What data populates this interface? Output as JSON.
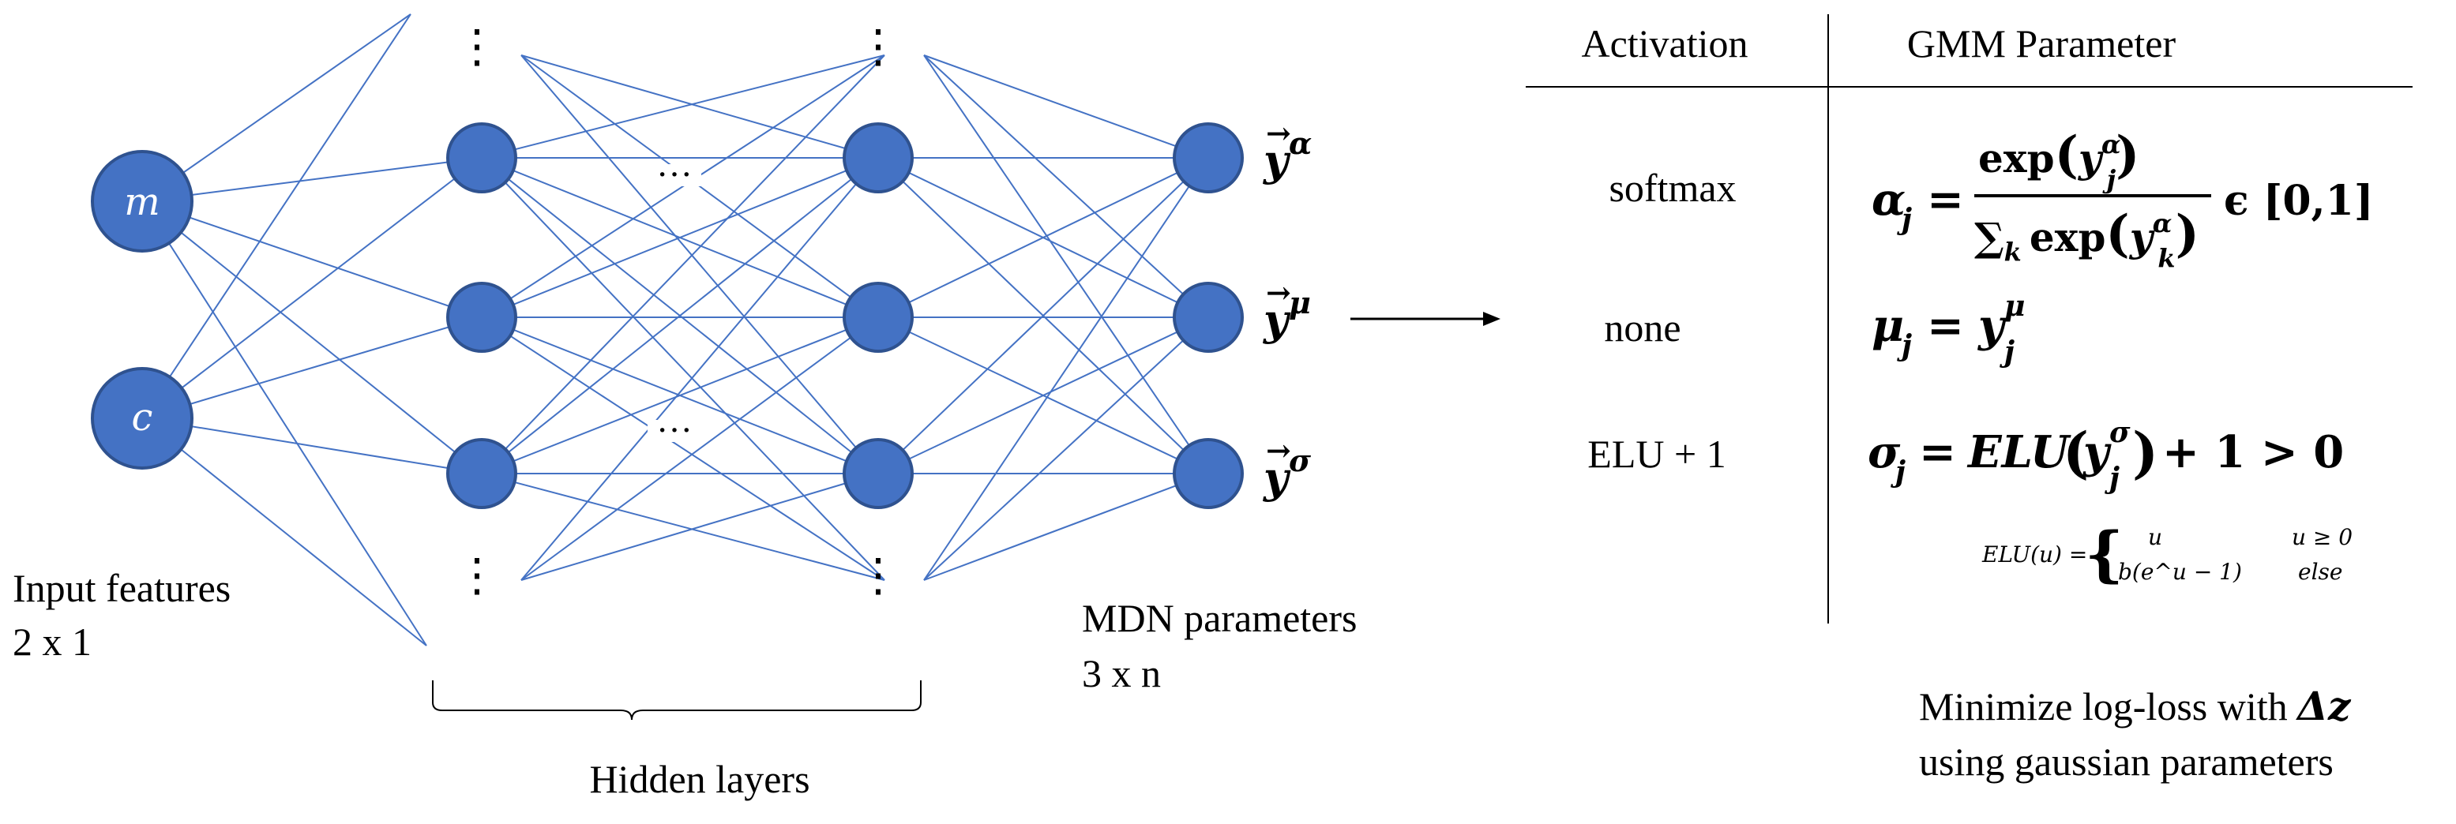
{
  "network": {
    "input_nodes": [
      "m",
      "c"
    ],
    "output_labels": [
      "ŷ^α",
      "ŷ^μ",
      "ŷ^σ"
    ],
    "ellipsis_vertical": "⋮",
    "ellipsis_horizontal": "···"
  },
  "labels": {
    "input_features": "Input features",
    "input_dims": "2 x 1",
    "hidden_layers": "Hidden layers",
    "mdn_parameters": "MDN parameters",
    "mdn_dims": "3 x n"
  },
  "table": {
    "headers": [
      "Activation",
      "GMM Parameter"
    ],
    "rows": [
      {
        "activation": "softmax",
        "parameter": "α_j = exp(y_j^α) / Σ_k exp(y_k^α) ϵ [0,1]"
      },
      {
        "activation": "none",
        "parameter": "μ_j = y_j^μ"
      },
      {
        "activation": "ELU + 1",
        "parameter": "σ_j = ELU(y_j^σ) + 1 > 0"
      }
    ],
    "elu_definition": {
      "lhs": "ELU(u) =",
      "case1_value": "u",
      "case1_condition": "u ≥ 0",
      "case2_value": "b(e^u − 1)",
      "case2_condition": "else"
    }
  },
  "footer": {
    "line1_prefix": "Minimize log-loss with ",
    "line1_symbol": "Δz",
    "line2": "using gaussian parameters"
  },
  "colors": {
    "node_fill": "#4472C4",
    "node_stroke": "#2F528F",
    "edge": "#4472C4",
    "text": "#000000"
  }
}
